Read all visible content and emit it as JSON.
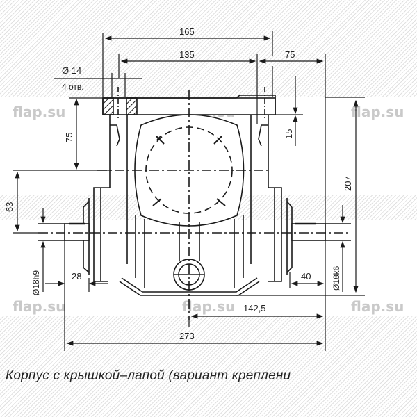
{
  "drawing": {
    "type": "technical-drawing",
    "subject": "gearbox housing with foot-cover",
    "caption": "Корпус с крышкой–лапой (вариант креплени",
    "watermark": "flap.su",
    "dimensions": {
      "top_overall": "165",
      "top_inner": "135",
      "top_right": "75",
      "hole_diameter": "Ø 14",
      "hole_count": "4 отв.",
      "left_height": "75",
      "right_small": "15",
      "left_shaft_height": "63",
      "right_overall_height": "207",
      "left_shaft_diameter": "Ø18h9",
      "right_shaft_diameter": "Ø18k6",
      "left_shaft_length": "28",
      "right_shaft_length": "40",
      "half_width": "142,5",
      "overall_width": "273"
    },
    "colors": {
      "line": "#1a1a1a",
      "hatch": "#d8d8d8",
      "watermark": "#c9c9c9",
      "background": "#ffffff"
    }
  }
}
